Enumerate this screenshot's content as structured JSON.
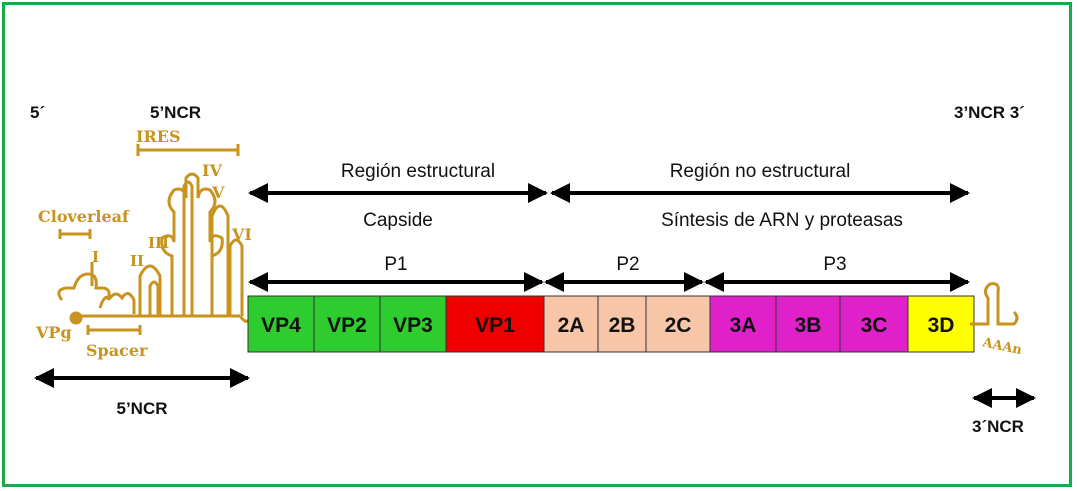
{
  "ends": {
    "five_prime": "5´",
    "five_ncr_top": "5’NCR",
    "three_prime_top": "3’NCR 3´",
    "five_ncr_bottom": "5’NCR",
    "three_ncr_bottom": "3´NCR"
  },
  "structure_labels": {
    "ires": "IRES",
    "cloverleaf": "Cloverleaf",
    "spacer": "Spacer",
    "vpg": "VPg",
    "loop_i": "I",
    "loop_ii": "II",
    "loop_iii": "III",
    "loop_iv": "IV",
    "loop_v": "V",
    "loop_vi": "VI",
    "poly_a": "AAAn"
  },
  "regions": {
    "structural_title": "Región estructural",
    "structural_sub": "Capside",
    "nonstructural_title": "Región no estructural",
    "nonstructural_sub": "Síntesis de ARN y proteasas"
  },
  "polyproteins": [
    "P1",
    "P2",
    "P3"
  ],
  "segments": [
    {
      "name": "VP4",
      "color": "#2ecc2e"
    },
    {
      "name": "VP2",
      "color": "#2ecc2e"
    },
    {
      "name": "VP3",
      "color": "#2ecc2e"
    },
    {
      "name": "VP1",
      "color": "#ee0000"
    },
    {
      "name": "2A",
      "color": "#f7c6a8"
    },
    {
      "name": "2B",
      "color": "#f7c6a8"
    },
    {
      "name": "2C",
      "color": "#f7c6a8"
    },
    {
      "name": "3A",
      "color": "#e020c8"
    },
    {
      "name": "3B",
      "color": "#e020c8"
    },
    {
      "name": "3C",
      "color": "#e020c8"
    },
    {
      "name": "3D",
      "color": "#ffff00"
    }
  ],
  "colors": {
    "frame": "#1aa84a",
    "structure": "#c8931e"
  }
}
